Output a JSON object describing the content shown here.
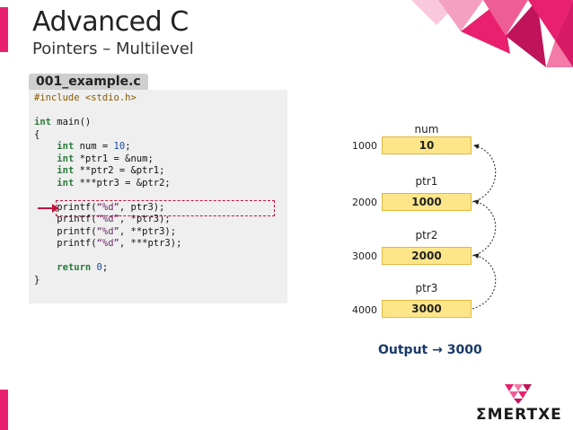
{
  "slide": {
    "title": "Advanced C",
    "subtitle": "Pointers – Multilevel",
    "file_tab": "001_example.c"
  },
  "code": {
    "line1": "#include <stdio.h>",
    "int_kw": "int",
    "main": " main()",
    "brace_open": "{",
    "decl1": " num = ",
    "decl1_val": "10",
    "decl1_end": ";",
    "decl2": " *ptr1 = &num;",
    "decl3": " **ptr2 = &ptr1;",
    "decl4": " ***ptr3 = &ptr2;",
    "printf": "printf(",
    "fmt": "“%d”",
    "p1_arg": ", ptr3);",
    "p2_arg": ", *ptr3);",
    "p3_arg": ", **ptr3);",
    "p4_arg": ", ***ptr3);",
    "return_kw": "return",
    "return_val": " 0",
    "brace_close": "}"
  },
  "memory": [
    {
      "name": "num",
      "address": "1000",
      "value": "10"
    },
    {
      "name": "ptr1",
      "address": "2000",
      "value": "1000"
    },
    {
      "name": "ptr2",
      "address": "3000",
      "value": "2000"
    },
    {
      "name": "ptr3",
      "address": "4000",
      "value": "3000"
    }
  ],
  "output": "Output → 3000",
  "logo": {
    "text": "ΣMERTXE",
    "mark_icon": "emertxe-logo-icon"
  },
  "colors": {
    "accent": "#e8206e",
    "highlight": "#c0143c",
    "memory_fill": "#fde68a"
  }
}
